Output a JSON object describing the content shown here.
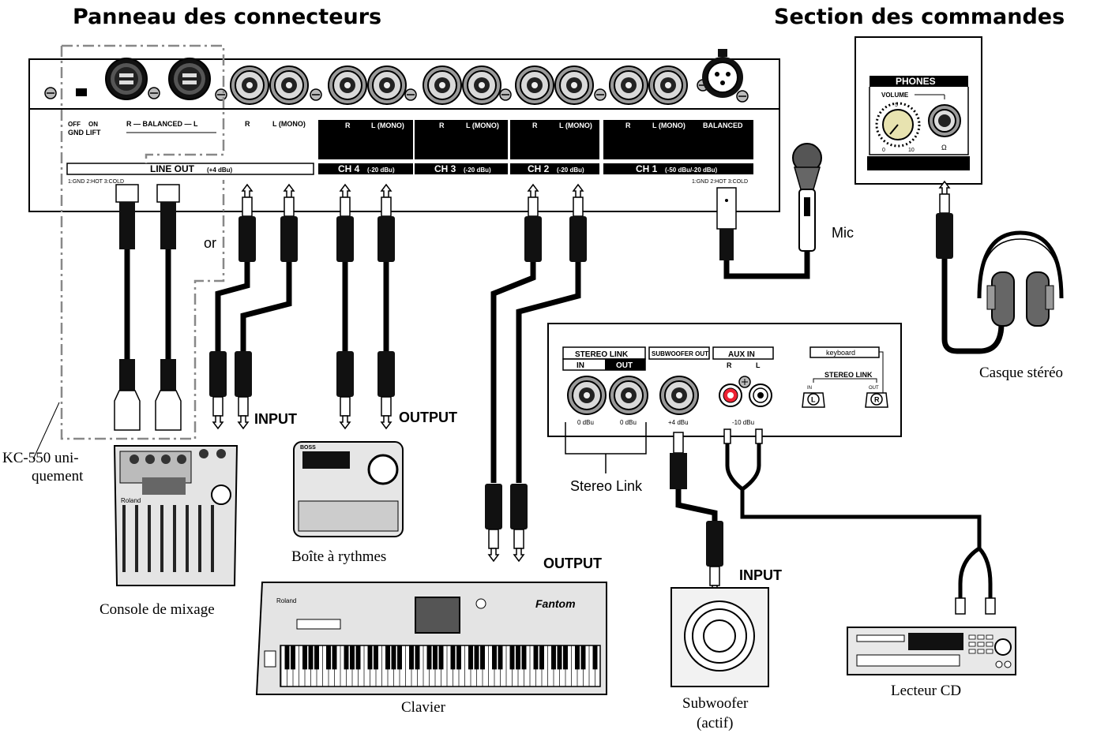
{
  "headings": {
    "connector_panel": "Panneau des connecteurs",
    "control_section": "Section des commandes"
  },
  "panel": {
    "gnd_lift_off": "OFF",
    "gnd_lift_on": "ON",
    "gnd_lift": "GND LIFT",
    "balanced": "R — BALANCED — L",
    "line_r": "R",
    "line_l_mono": "L (MONO)",
    "ch_r": "R",
    "ch_l_mono": "L (MONO)",
    "ch1_balanced": "BALANCED",
    "line_out": "LINE OUT",
    "line_out_level": "(+4 dBu)",
    "ch4": "CH 4",
    "ch4_level": "(-20 dBu)",
    "ch3": "CH 3",
    "ch3_level": "(-20 dBu)",
    "ch2": "CH 2",
    "ch2_level": "(-20 dBu)",
    "ch1": "CH 1",
    "ch1_level": "(-50 dBu/-20 dBu)",
    "xlr_legend": "1:GND 2:HOT 3:COLD"
  },
  "phones": {
    "title": "PHONES",
    "volume": "VOLUME",
    "scale_min": "0",
    "scale_mid": "5",
    "scale_max": "10",
    "ohm": "Ω"
  },
  "rear": {
    "stereo_link": "STEREO LINK",
    "in": "IN",
    "out": "OUT",
    "subwoofer_out": "SUBWOOFER OUT",
    "aux_in": "AUX IN",
    "aux_r": "R",
    "aux_l": "L",
    "keyboard": "keyboard",
    "stereo_link_kb": "STEREO LINK",
    "kb_in": "IN",
    "kb_out": "OUT",
    "kb_l": "L",
    "kb_r": "R",
    "level_0db_a": "0 dBu",
    "level_0db_b": "0 dBu",
    "level_sub": "+4 dBu",
    "level_aux": "-10 dBu"
  },
  "device_labels": {
    "mic": "Mic",
    "or": "or",
    "kc550_line1": "KC-550 uni-",
    "kc550_line2": "quement",
    "input_left": "INPUT",
    "output_drum": "OUTPUT",
    "output_keyboard": "OUTPUT",
    "input_sub": "INPUT",
    "stereo_link_caption": "Stereo Link",
    "headphones": "Casque stéréo",
    "drum_machine": "Boîte à rythmes",
    "mixer": "Console de mixage",
    "keyboard": "Clavier",
    "subwoofer_line1": "Subwoofer",
    "subwoofer_line2": "(actif)",
    "cd_player": "Lecteur CD"
  },
  "device_logos": {
    "mixer_brand": "Roland",
    "keyboard_brand": "Roland",
    "keyboard_model": "Fantom",
    "drum_brand": "BOSS"
  }
}
